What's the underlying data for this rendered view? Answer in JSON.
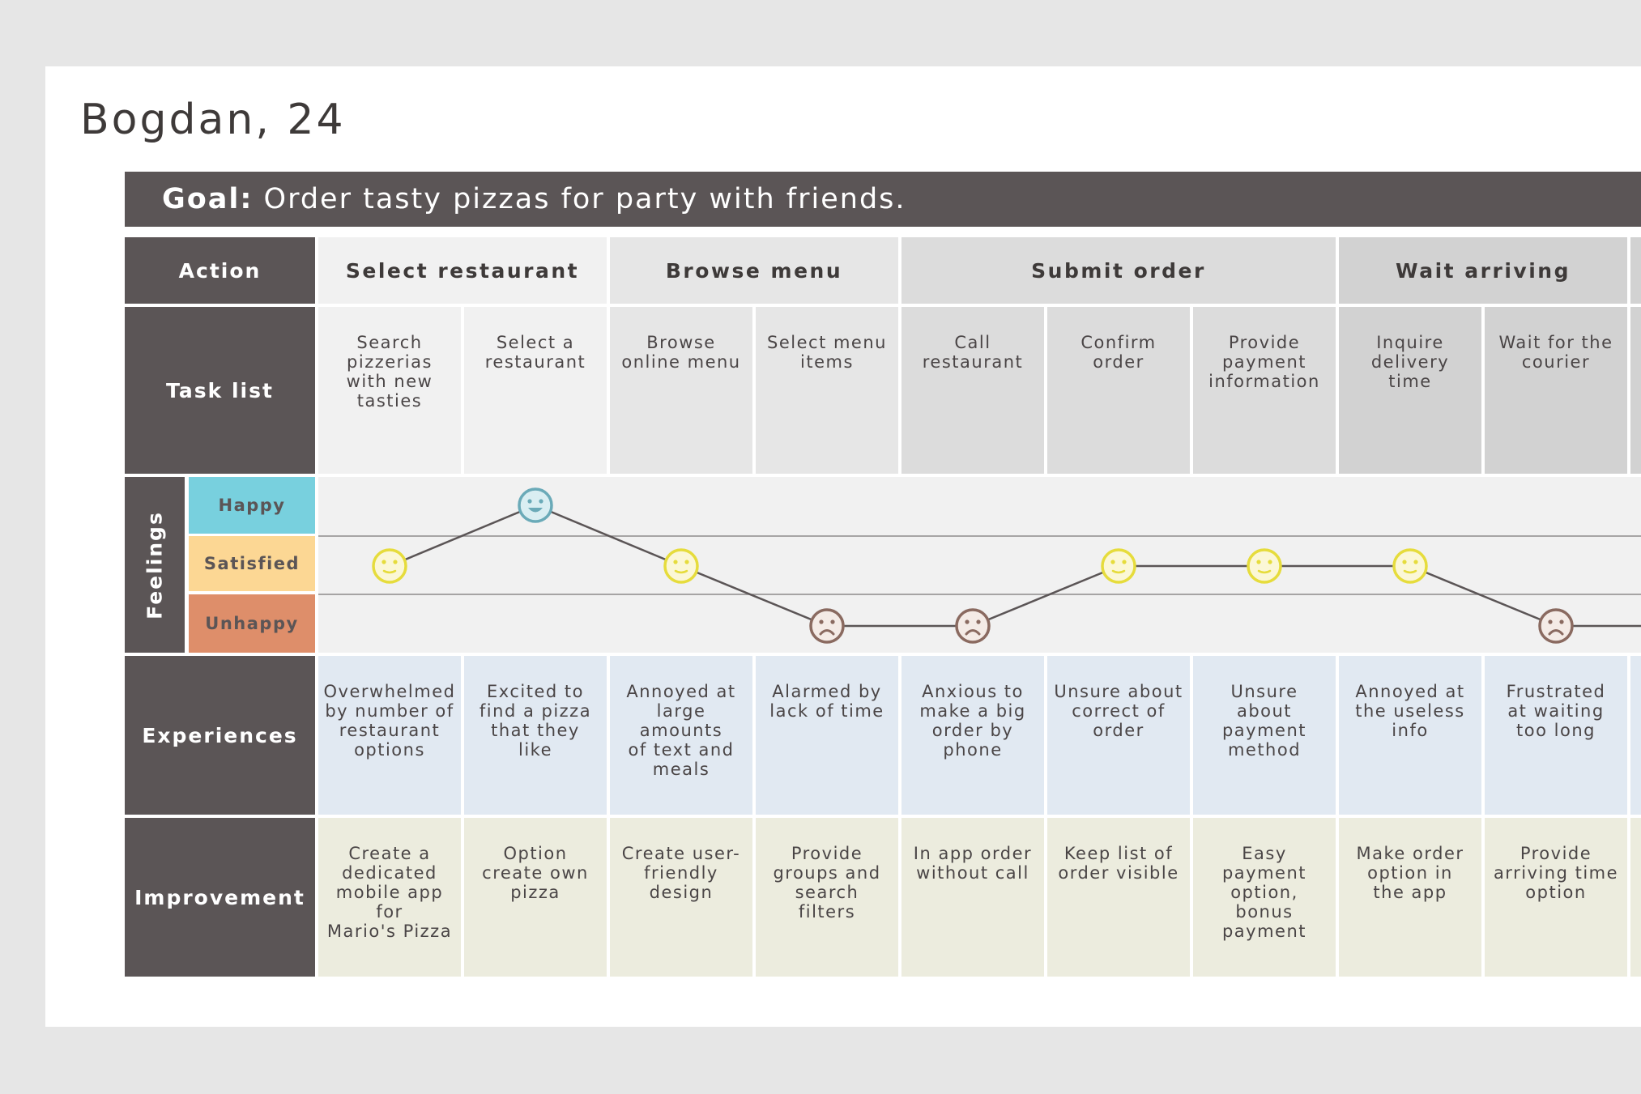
{
  "persona": "Bogdan, 24",
  "goal": {
    "label": "Goal:",
    "text": " Order tasty pizzas for party with friends."
  },
  "rows": {
    "action": "Action",
    "task_list": "Task list",
    "feelings": "Feelings",
    "experiences": "Experiences",
    "improvement": "Improvement"
  },
  "levels": [
    {
      "label": "Happy",
      "color": "#78d0de"
    },
    {
      "label": "Satisfied",
      "color": "#fcd794"
    },
    {
      "label": "Unhappy",
      "color": "#de8e6a"
    }
  ],
  "stages": [
    {
      "label": "Select restaurant",
      "color": "#f1f1f1",
      "span": [
        0,
        1
      ]
    },
    {
      "label": "Browse menu",
      "color": "#e6e6e6",
      "span": [
        2,
        3
      ]
    },
    {
      "label": "Submit order",
      "color": "#dcdcdc",
      "span": [
        4,
        6
      ]
    },
    {
      "label": "Wait arriving",
      "color": "#d2d2d2",
      "span": [
        7,
        8
      ]
    }
  ],
  "steps": [
    {
      "task": "Search\npizzerias\nwith new\ntasties",
      "feeling": "satisfied",
      "experience": "Overwhelmed\nby number of\nrestaurant\noptions",
      "improvement": "Create a\ndedicated\nmobile app for\nMario's Pizza"
    },
    {
      "task": "Select a\nrestaurant",
      "feeling": "happy",
      "experience": "Excited to\nfind a pizza\nthat they\nlike",
      "improvement": "Option\ncreate own\npizza"
    },
    {
      "task": "Browse\nonline menu",
      "feeling": "satisfied",
      "experience": "Annoyed at\nlarge amounts\nof text and\nmeals",
      "improvement": "Create user-\nfriendly\ndesign"
    },
    {
      "task": "Select menu\nitems",
      "feeling": "unhappy",
      "experience": "Alarmed by\nlack of time",
      "improvement": "Provide\ngroups and\nsearch\nfilters"
    },
    {
      "task": "Call\nrestaurant",
      "feeling": "unhappy",
      "experience": "Anxious to\nmake a big\norder by\nphone",
      "improvement": "In app order\nwithout call"
    },
    {
      "task": "Confirm\norder",
      "feeling": "satisfied",
      "experience": "Unsure about\ncorrect of\norder",
      "improvement": "Keep list of\norder visible"
    },
    {
      "task": "Provide\npayment\ninformation",
      "feeling": "satisfied",
      "experience": "Unsure\nabout\npayment\nmethod",
      "improvement": "Easy\npayment\noption,\nbonus\npayment"
    },
    {
      "task": "Inquire\ndelivery\ntime",
      "feeling": "satisfied",
      "experience": "Annoyed at\nthe useless\ninfo",
      "improvement": "Make order\noption in\nthe app"
    },
    {
      "task": "Wait for the\ncourier",
      "feeling": "unhappy",
      "experience": "Frustrated\nat waiting\ntoo long",
      "improvement": "Provide\narriving time\noption"
    }
  ],
  "colors": {
    "dark": "#5b5556",
    "task_cells": [
      "#f1f1f1",
      "#f1f1f1",
      "#e6e6e6",
      "#e6e6e6",
      "#dcdcdc",
      "#dcdcdc",
      "#dcdcdc",
      "#d2d2d2",
      "#d2d2d2"
    ],
    "experience_bg": "#e1e9f2",
    "improvement_bg": "#ececde",
    "face_happy": "#6aaab8",
    "face_satisfied": "#e6dc3c",
    "face_unhappy": "#8a6a60",
    "line": "#5b5556"
  }
}
